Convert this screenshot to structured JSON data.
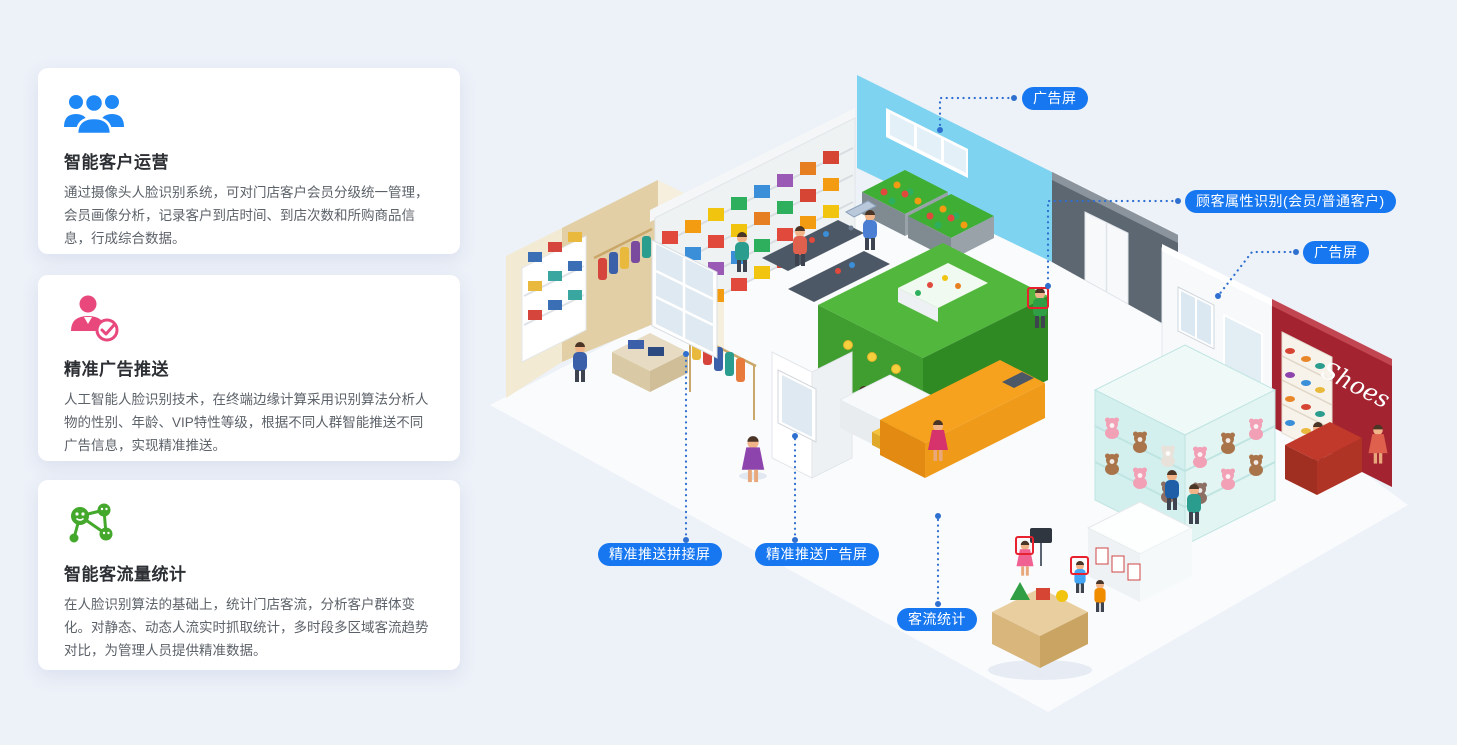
{
  "features": [
    {
      "icon": "customers-group-icon",
      "icon_color": "#1E88F7",
      "title": "智能客户运营",
      "description": "通过摄像头人脸识别系统，可对门店客户会员分级统一管理，会员画像分析，记录客户到店时间、到店次数和所购商品信息，行成综合数据。"
    },
    {
      "icon": "person-verified-icon",
      "icon_color": "#E8487C",
      "title": "精准广告推送",
      "description": "人工智能人脸识别技术，在终端边缘计算采用识别算法分析人物的性别、年龄、VIP特性等级，根据不同人群智能推送不同广告信息，实现精准推送。"
    },
    {
      "icon": "network-nodes-icon",
      "icon_color": "#43A82B",
      "title": "智能客流量统计",
      "description": "在人脸识别算法的基础上，统计门店客流，分析客户群体变化。对静态、动态人流实时抓取统计，多时段多区域客流趋势对比，为管理人员提供精准数据。"
    }
  ],
  "callouts": {
    "ad_screen_top": "广告屏",
    "customer_attribute": "顾客属性识别(会员/普通客户)",
    "ad_screen_right": "广告屏",
    "splicing_screen": "精准推送拼接屏",
    "push_ad_screen": "精准推送广告屏",
    "traffic_stats": "客流统计"
  },
  "scene": {
    "shoes_sign": "Shoes"
  },
  "colors": {
    "page_bg": "#EDF1F8",
    "card_bg": "#FFFFFF",
    "callout_bg": "#1677F0",
    "callout_text": "#FFFFFF",
    "detection_red": "#E8212E",
    "connector_blue": "#2E6FD0"
  }
}
